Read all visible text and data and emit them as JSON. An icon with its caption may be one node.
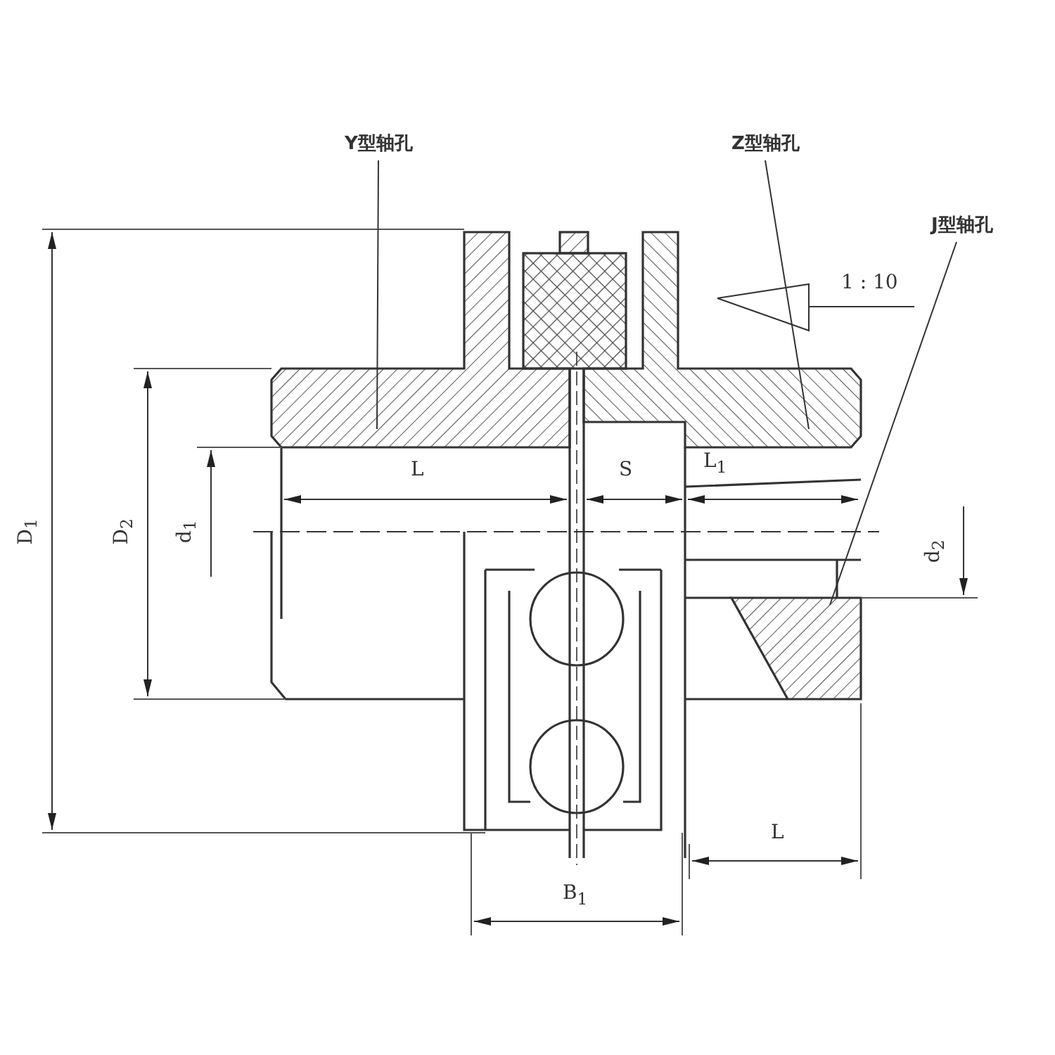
{
  "diagram": {
    "nodes": [
      {
        "text": [
          "Y型轴孔"
        ]
      },
      {
        "text": [
          "Z型轴孔"
        ]
      },
      {
        "text": [
          "J型轴孔"
        ]
      }
    ],
    "edges": [
      {
        "from": 0,
        "to": null,
        "arrow": "none"
      },
      {
        "from": 1,
        "to": null,
        "arrow": "none"
      },
      {
        "from": 2,
        "to": null,
        "arrow": "none"
      }
    ],
    "labels": [
      "1 : 10",
      "D$_{1}$",
      "D$_{2}$",
      "d$_{1}$",
      "L",
      "S",
      "L$_{1}$",
      "d$_{2}$",
      "B$_{1}$",
      "L"
    ]
  }
}
